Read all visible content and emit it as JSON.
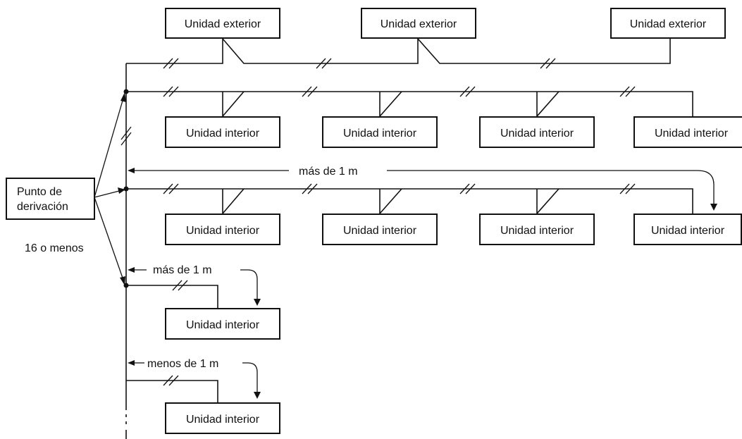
{
  "outdoor_units": [
    {
      "label": "Unidad exterior"
    },
    {
      "label": "Unidad exterior"
    },
    {
      "label": "Unidad exterior"
    }
  ],
  "indoor_units": [
    {
      "label": "Unidad interior"
    },
    {
      "label": "Unidad interior"
    },
    {
      "label": "Unidad interior"
    },
    {
      "label": "Unidad interior"
    },
    {
      "label": "Unidad interior"
    },
    {
      "label": "Unidad interior"
    },
    {
      "label": "Unidad interior"
    },
    {
      "label": "Unidad interior"
    },
    {
      "label": "Unidad interior"
    },
    {
      "label": "Unidad interior"
    }
  ],
  "branch_point": {
    "line1": "Punto de",
    "line2": "derivación"
  },
  "branch_count_note": "16 o menos",
  "distances": {
    "row2": "más de 1 m",
    "row3": "más de 1 m",
    "row4": "menos de 1 m"
  }
}
